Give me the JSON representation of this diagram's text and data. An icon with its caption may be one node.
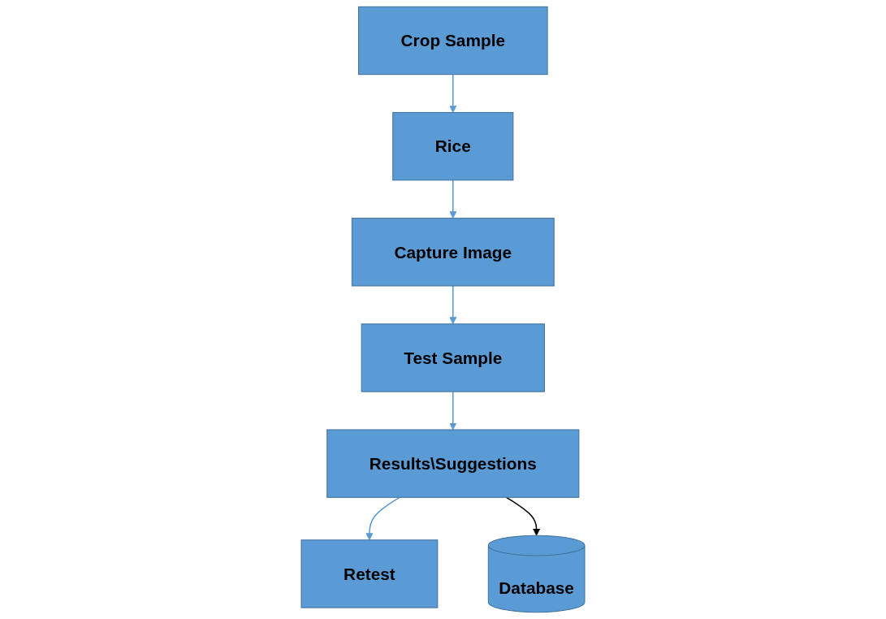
{
  "diagram": {
    "nodes": [
      {
        "text": [
          "Crop Sample"
        ]
      },
      {
        "text": [
          "Rice"
        ]
      },
      {
        "text": [
          "Capture Image"
        ]
      },
      {
        "text": [
          "Test Sample"
        ]
      },
      {
        "text": [
          "Results\\Suggestions"
        ]
      },
      {
        "text": [
          "Retest"
        ]
      },
      {
        "text": [
          "Database"
        ]
      }
    ],
    "edges": [
      {
        "from": 0,
        "to": 1,
        "arrow": "to"
      },
      {
        "from": 1,
        "to": 2,
        "arrow": "to"
      },
      {
        "from": 2,
        "to": 3,
        "arrow": "to"
      },
      {
        "from": 3,
        "to": 4,
        "arrow": "to"
      },
      {
        "from": 4,
        "to": 5,
        "arrow": "to"
      },
      {
        "from": 4,
        "to": 6,
        "arrow": "to",
        "color": "#000000"
      }
    ]
  }
}
